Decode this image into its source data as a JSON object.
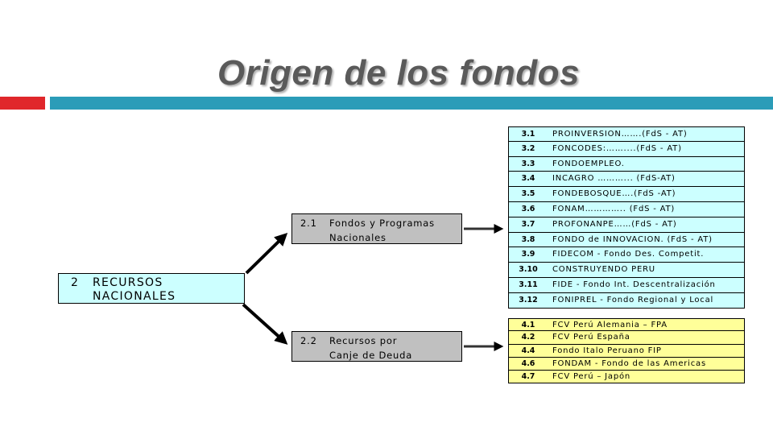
{
  "title": "Origen de los fondos",
  "root": {
    "number": "2",
    "line1": "RECURSOS",
    "line2": "NACIONALES"
  },
  "branches": [
    {
      "number": "2.1",
      "line1": "Fondos y Programas",
      "line2": "Nacionales"
    },
    {
      "number": "2.2",
      "line1": "Recursos por",
      "line2": "Canje de Deuda"
    }
  ],
  "list1": [
    {
      "code": "3.1",
      "label": "PROINVERSION…….(FdS - AT)"
    },
    {
      "code": "3.2",
      "label": "FONCODES:……....(FdS - AT)"
    },
    {
      "code": "3.3",
      "label": "FONDOEMPLEO."
    },
    {
      "code": "3.4",
      "label": "INCAGRO ………... (FdS-AT)"
    },
    {
      "code": "3.5",
      "label": "FONDEBOSQUE….(FdS -AT)"
    },
    {
      "code": "3.6",
      "label": "FONAM………….. (FdS - AT)"
    },
    {
      "code": "3.7",
      "label": "PROFONANPE……(FdS - AT)"
    },
    {
      "code": "3.8",
      "label": "FONDO de INNOVACION. (FdS - AT)"
    },
    {
      "code": "3.9",
      "label": "FIDECOM - Fondo Des. Competit."
    },
    {
      "code": "3.10",
      "label": "CONSTRUYENDO PERU"
    },
    {
      "code": "3.11",
      "label": "FIDE - Fondo Int. Descentralización"
    },
    {
      "code": "3.12",
      "label": "FONIPREL - Fondo Regional y Local"
    }
  ],
  "list2": [
    {
      "code": "4.1",
      "label": "FCV  Perú Alemania – FPA"
    },
    {
      "code": "4.2",
      "label": "FCV  Perú España"
    },
    {
      "code": "4.4",
      "label": "Fondo Italo Peruano FIP"
    },
    {
      "code": "4.6",
      "label": "FONDAM - Fondo de las Americas"
    },
    {
      "code": "4.7",
      "label": "FCV  Perú – Japón"
    }
  ],
  "colors": {
    "accent_red": "#e0272b",
    "accent_blue": "#2b9cb8",
    "list1_bg": "#ccffff",
    "list2_bg": "#ffff99",
    "branch_bg": "#c0c0c0"
  }
}
